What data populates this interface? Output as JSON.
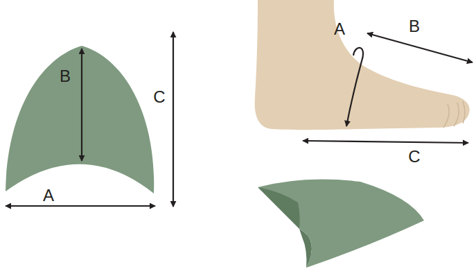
{
  "diagram": {
    "labels": [
      "B",
      "C",
      "A",
      "A",
      "B",
      "C"
    ]
  }
}
